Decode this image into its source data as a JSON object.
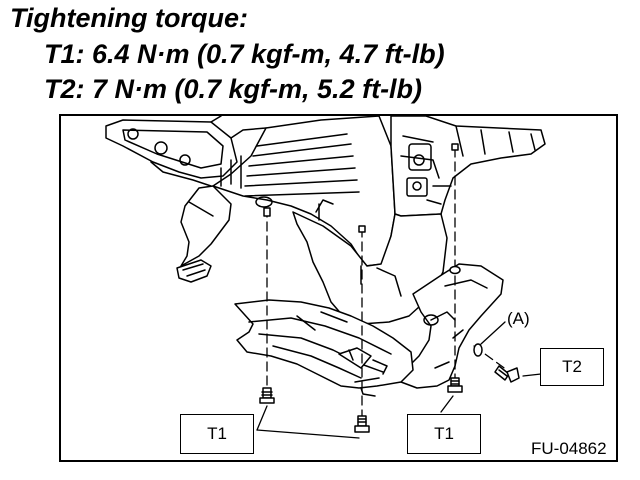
{
  "header": {
    "title": "Tightening torque:",
    "t1_line": "T1: 6.4 N·m (0.7 kgf-m, 4.7 ft-lb)",
    "t2_line": "T2: 7 N·m (0.7 kgf-m, 5.2 ft-lb)"
  },
  "callouts": {
    "a_label": "(A)",
    "t2_box": "T2",
    "t1_box_left": "T1",
    "t1_box_right": "T1"
  },
  "figure_id": "FU-04862"
}
